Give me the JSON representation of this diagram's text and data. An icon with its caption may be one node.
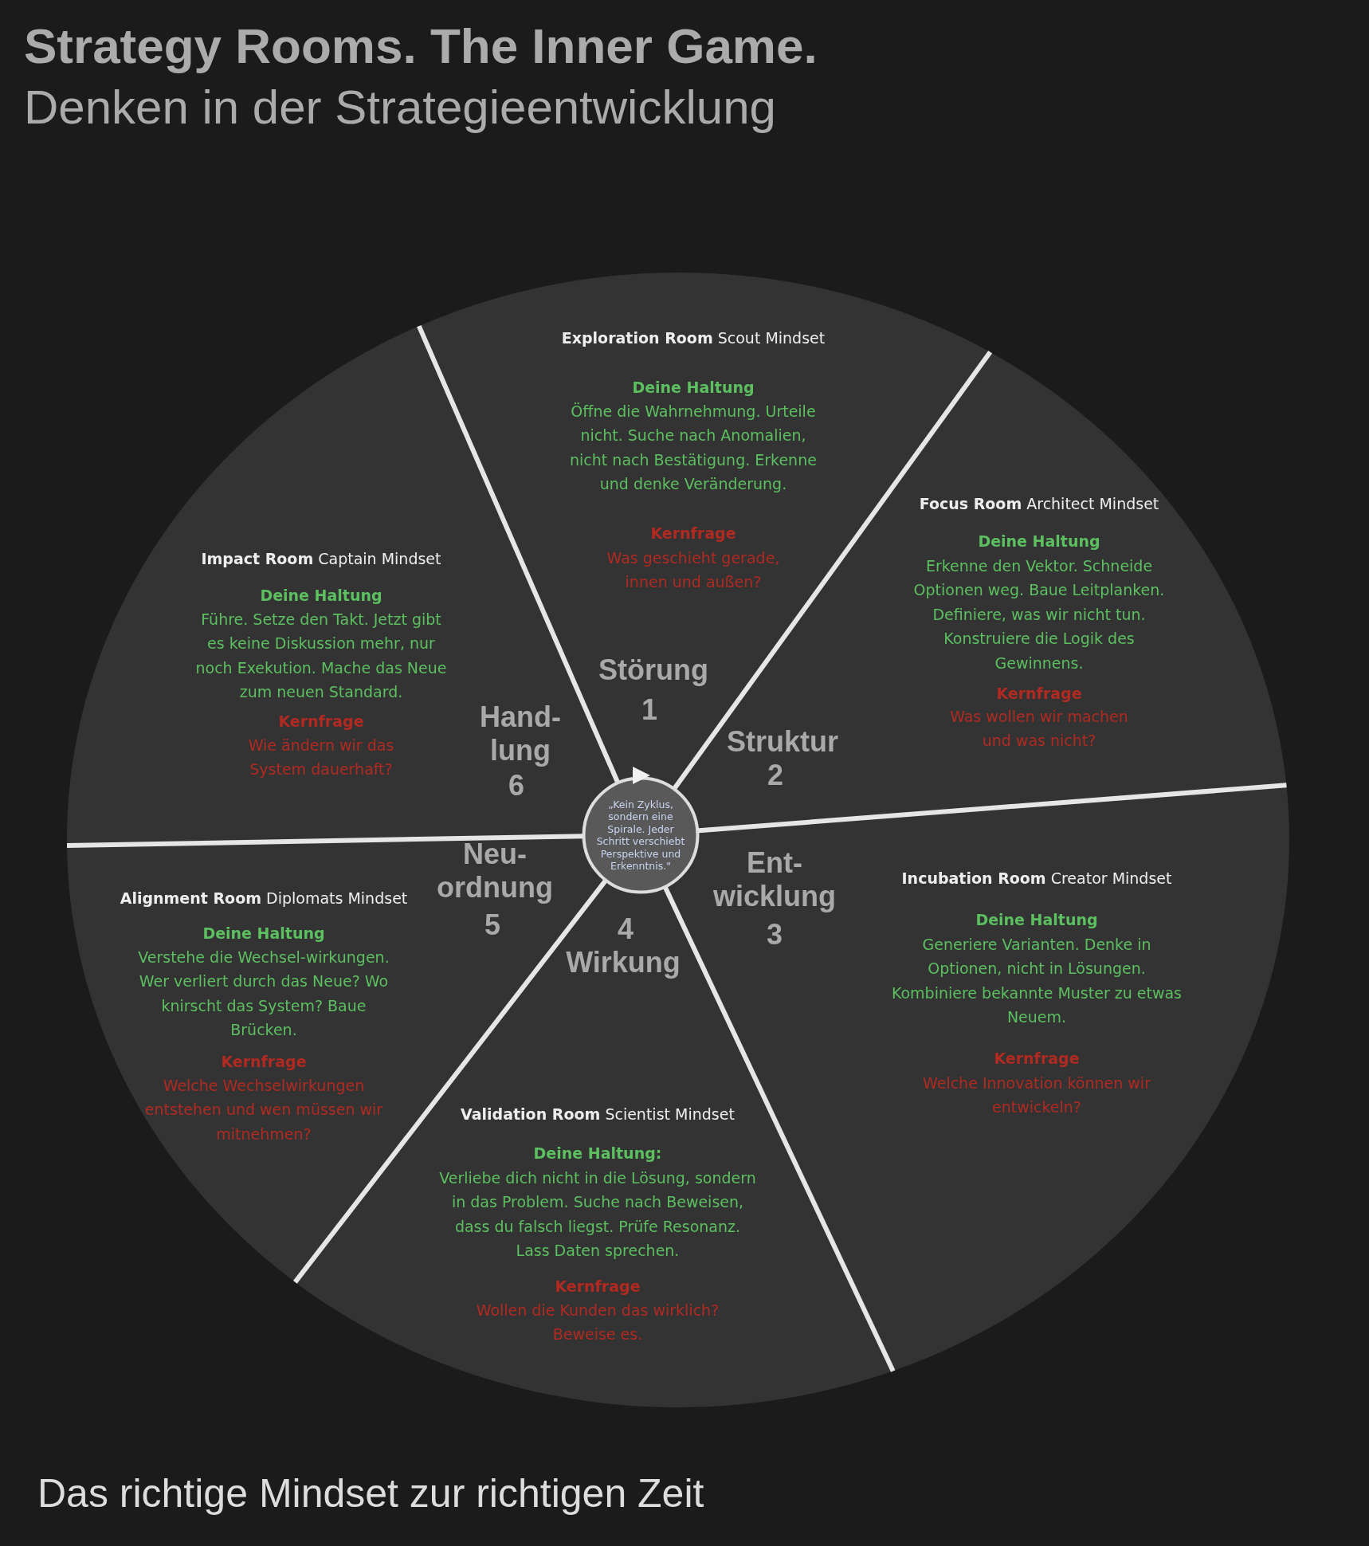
{
  "diagram": {
    "title": "Strategy Rooms. The Inner Game.",
    "caption": "Das richtige Mindset zur richtigen Zeit",
    "labels": [
      "Denken in der Strategieentwicklung"
    ],
    "nodes": [
      {
        "text": [
          "**Exploration Room** Scout Mindset",
          "Deine Haltung",
          "Öffne die Wahrnehmung. Urteile nicht. Suche nach Anomalien, nicht nach Bestätigung. Erkenne und denke Veränderung.",
          "Kernfrage",
          "Was geschieht gerade, innen und außen?",
          "Störung",
          "1"
        ]
      },
      {
        "text": [
          "**Focus Room** Architect Mindset",
          "Deine Haltung",
          "Erkenne den Vektor. Schneide Optionen weg. Baue Leitplanken. Definiere, was wir nicht tun. Konstruiere die Logik des Gewinnens.",
          "Kernfrage",
          "Was wollen wir machen und was nicht?",
          "Struktur",
          "2"
        ]
      },
      {
        "text": [
          "**Incubation Room** Creator Mindset",
          "Deine Haltung",
          "Generiere Varianten. Denke in Optionen, nicht in Lösungen. Kombiniere bekannte Muster zu etwas Neuem.",
          "Kernfrage",
          "Welche Innovation können wir entwickeln?",
          "Ent- wicklung",
          "3"
        ]
      },
      {
        "text": [
          "**Validation Room** Scientist Mindset",
          "Deine Haltung:",
          "Verliebe dich nicht in die Lösung, sondern in das Problem. Suche nach Beweisen, dass du falsch liegst. Prüfe Resonanz. Lass Daten sprechen.",
          "Kernfrage",
          "Wollen die Kunden das wirklich? Beweise es.",
          "4",
          "Wirkung"
        ]
      },
      {
        "text": [
          "**Alignment Room** Diplomats Mindset",
          "Deine Haltung",
          "Verstehe die Wechsel-wirkungen. Wer verliert durch das Neue? Wo knirscht das System? Baue Brücken.",
          "Kernfrage",
          "Welche Wechselwirkungen entstehen und wen müssen wir mitnehmen?",
          "Neu- ordnung",
          "5"
        ]
      },
      {
        "text": [
          "**Impact Room** Captain Mindset",
          "Deine Haltung",
          "Führe. Setze den Takt. Jetzt gibt es keine Diskussion mehr, nur noch Exekution. Mache das Neue zum neuen Standard.",
          "Kernfrage",
          "Wie ändern wir das System dauerhaft?",
          "Hand- lung",
          "6"
        ]
      },
      {
        "text": [
          "„Kein Zyklus, sondern eine Spirale. Jeder Schritt verschiebt Perspektive und Erkenntnis.\""
        ]
      }
    ]
  }
}
